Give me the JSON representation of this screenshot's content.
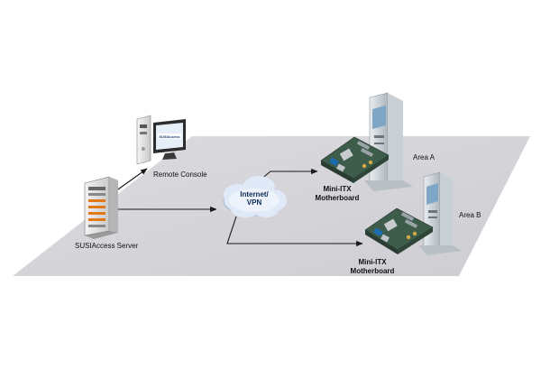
{
  "nodes": {
    "remote_console": "Remote Console",
    "server": "SUSIAccess Server",
    "cloud_line1": "Internet/",
    "cloud_line2": "VPN",
    "board_a_line1": "Mini-ITX",
    "board_a_line2": "Motherboard",
    "board_b_line1": "Mini-ITX",
    "board_b_line2": "Motherboard",
    "area_a": "Area A",
    "area_b": "Area B",
    "monitor_screen": "SUSIAccess"
  },
  "colors": {
    "floor": "#d5d5d9",
    "server_accent": "#e3791b",
    "cloud": "#dfe9f7",
    "kiosk_screen": "#7fa6c4",
    "board": "#3d5c4a",
    "connector": "#1a1a1a"
  }
}
